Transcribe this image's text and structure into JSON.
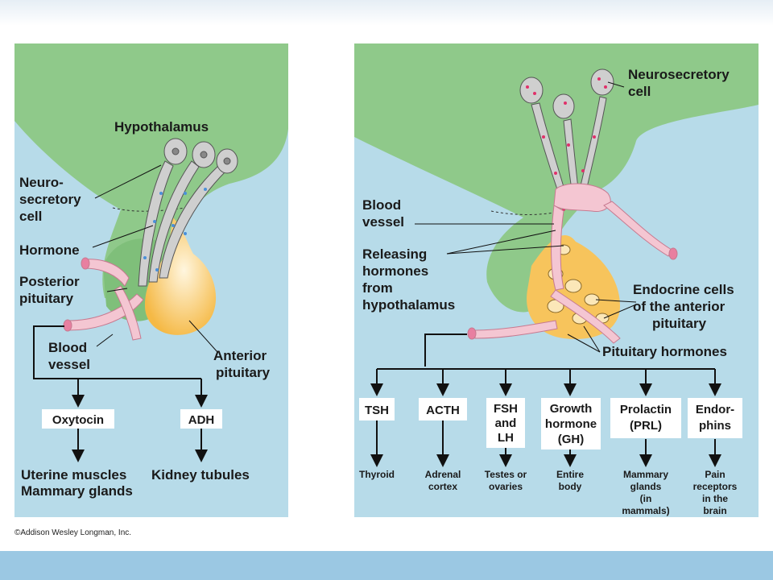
{
  "left": {
    "hypothalamus": "Hypothalamus",
    "neurosecretory": [
      "Neuro-",
      "secretory",
      "cell"
    ],
    "hormone": "Hormone",
    "posterior_pituitary": [
      "Posterior",
      "pituitary"
    ],
    "blood_vessel": [
      "Blood",
      "vessel"
    ],
    "anterior_pituitary": [
      "Anterior",
      "pituitary"
    ],
    "oxytocin": "Oxytocin",
    "adh": "ADH",
    "targets_oxytocin": [
      "Uterine muscles",
      "Mammary glands"
    ],
    "targets_adh": [
      "Kidney tubules"
    ]
  },
  "right": {
    "neurosecretory": [
      "Neurosecretory",
      "cell"
    ],
    "blood_vessel": [
      "Blood",
      "vessel"
    ],
    "releasing": [
      "Releasing",
      "hormones",
      "from",
      "hypothalamus"
    ],
    "endocrine": [
      "Endocrine cells",
      "of the anterior",
      "pituitary"
    ],
    "pituitary_hormones": "Pituitary hormones",
    "hormones": [
      {
        "name": [
          "TSH"
        ],
        "target": [
          "Thyroid"
        ]
      },
      {
        "name": [
          "ACTH"
        ],
        "target": [
          "Adrenal",
          "cortex"
        ]
      },
      {
        "name": [
          "FSH",
          "and",
          "LH"
        ],
        "target": [
          "Testes or",
          "ovaries"
        ]
      },
      {
        "name": [
          "Growth",
          "hormone",
          "(GH)"
        ],
        "target": [
          "Entire",
          "body"
        ]
      },
      {
        "name": [
          "Prolactin",
          "(PRL)"
        ],
        "target": [
          "Mammary",
          "glands",
          "(in",
          "mammals)"
        ]
      },
      {
        "name": [
          "Endor-",
          "phins"
        ],
        "target": [
          "Pain",
          "receptors",
          "in the",
          "brain"
        ]
      }
    ]
  },
  "credit": "©Addison Wesley Longman, Inc.",
  "colors": {
    "panel": "#b7dbe9",
    "hypothalamus": "#8fc98a",
    "anterior": "#f7c45c",
    "vessel": "#f4c6d2",
    "neuron": "#cfcfcf"
  }
}
